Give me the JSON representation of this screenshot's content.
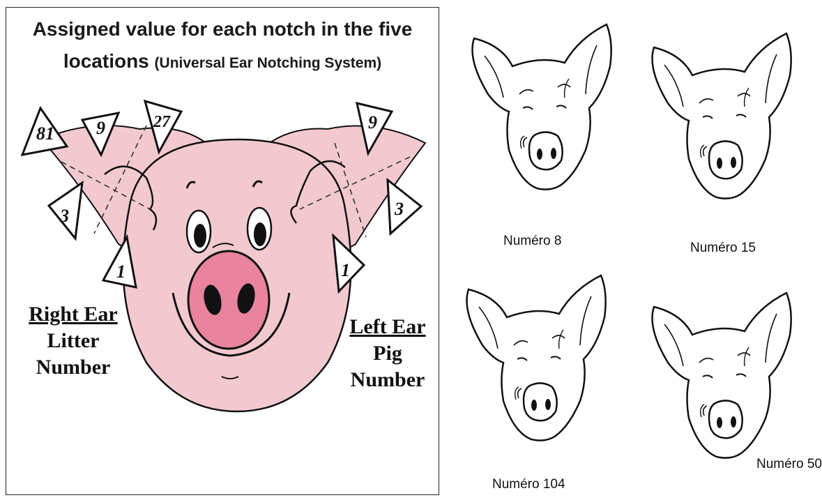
{
  "diagram": {
    "title_line1": "Assigned value for each notch in the five",
    "title_line2_main": "locations",
    "title_line2_sub": "(Universal Ear Notching System)",
    "right_ear": {
      "heading": "Right Ear",
      "line2": "Litter",
      "line3": "Number",
      "notch_values": [
        "81",
        "9",
        "27",
        "3",
        "1"
      ]
    },
    "left_ear": {
      "heading": "Left Ear",
      "line2": "Pig",
      "line3": "Number",
      "notch_values": [
        "9",
        "3",
        "1"
      ]
    },
    "colors": {
      "pig_pink": "#f3c9d0",
      "snout_pink": "#e9839e",
      "outline": "#111111"
    }
  },
  "examples": [
    {
      "caption": "Numéro 8"
    },
    {
      "caption": "Numéro 15"
    },
    {
      "caption": "Numéro 104"
    },
    {
      "caption": "Numéro 50"
    }
  ]
}
